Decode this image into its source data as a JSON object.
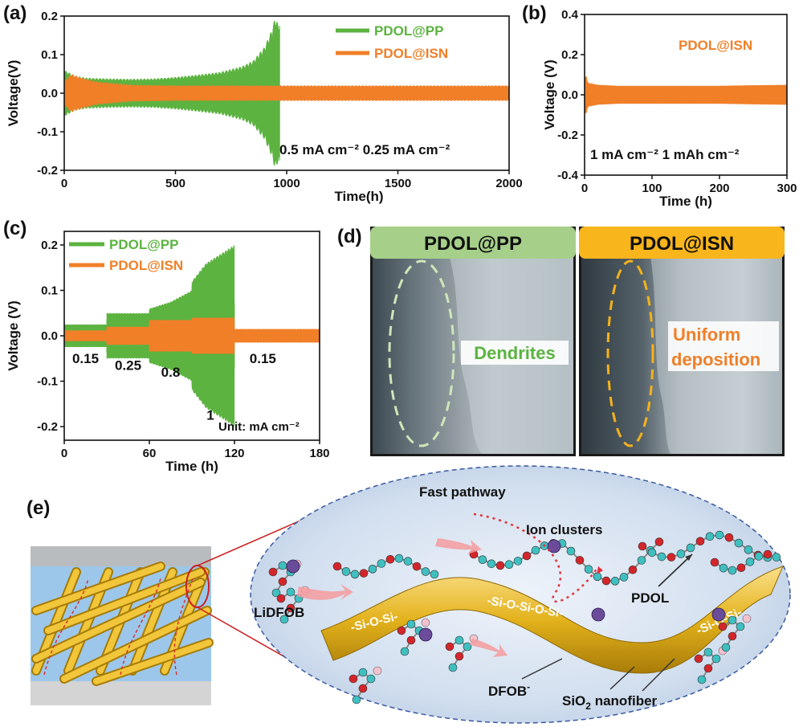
{
  "colors": {
    "pp": "#5cb340",
    "isn": "#f07f28",
    "fiber": "#e3b21c",
    "ellipse_bg": "#d6e3f2",
    "oxygen": "#d3262b",
    "carbon": "#3fbfc0",
    "lithium": "#6b4c9a"
  },
  "panels": {
    "a": "(a)",
    "b": "(b)",
    "c": "(c)",
    "d": "(d)",
    "e": "(e)"
  },
  "chart_data": [
    {
      "id": "a",
      "type": "line",
      "xlabel": "Time(h)",
      "ylabel": "Voltage(V)",
      "xlim": [
        0,
        2000
      ],
      "ylim": [
        -0.2,
        0.2
      ],
      "xticks": [
        "0",
        "500",
        "1000",
        "1500",
        "2000"
      ],
      "yticks": [
        "-0.2",
        "-0.1",
        "0.0",
        "0.1",
        "0.2"
      ],
      "grid": false,
      "legend_placement": "top-right",
      "annotation": "0.5 mA cm⁻² 0.25 mA cm⁻²",
      "series": [
        {
          "name": "PDOL@PP",
          "color": "#5cb340",
          "kind": "amplitude_envelope",
          "x": [
            0,
            50,
            100,
            200,
            300,
            400,
            500,
            600,
            700,
            800,
            850,
            900,
            930,
            950,
            960,
            970
          ],
          "amplitude": [
            0.06,
            0.045,
            0.04,
            0.038,
            0.037,
            0.038,
            0.042,
            0.048,
            0.055,
            0.07,
            0.085,
            0.12,
            0.16,
            0.2,
            0.18,
            0.19
          ]
        },
        {
          "name": "PDOL@ISN",
          "color": "#f07f28",
          "kind": "amplitude_envelope",
          "x": [
            0,
            30,
            80,
            150,
            300,
            500,
            700,
            900,
            1100,
            1300,
            1500,
            1700,
            1900,
            2000
          ],
          "amplitude": [
            0.03,
            0.05,
            0.04,
            0.03,
            0.022,
            0.02,
            0.02,
            0.02,
            0.02,
            0.02,
            0.02,
            0.02,
            0.02,
            0.02
          ]
        }
      ]
    },
    {
      "id": "b",
      "type": "line",
      "xlabel": "Time (h)",
      "ylabel": "Voltage (V)",
      "xlim": [
        0,
        300
      ],
      "ylim": [
        -0.4,
        0.4
      ],
      "xticks": [
        "0",
        "100",
        "200",
        "300"
      ],
      "yticks": [
        "-0.4",
        "-0.2",
        "0.0",
        "0.2",
        "0.4"
      ],
      "grid": false,
      "legend_placement": "top-right",
      "annotation": "1 mA cm⁻² 1 mAh cm⁻²",
      "series": [
        {
          "name": "PDOL@ISN",
          "color": "#f07f28",
          "kind": "amplitude_envelope",
          "x": [
            0,
            2,
            5,
            20,
            50,
            100,
            150,
            200,
            250,
            300
          ],
          "amplitude": [
            0.08,
            0.1,
            0.06,
            0.05,
            0.045,
            0.045,
            0.045,
            0.045,
            0.048,
            0.05
          ]
        }
      ]
    },
    {
      "id": "c",
      "type": "line",
      "xlabel": "Time (h)",
      "ylabel": "Voltage (V)",
      "xlim": [
        0,
        180
      ],
      "ylim": [
        -0.23,
        0.23
      ],
      "xticks": [
        "0",
        "60",
        "120",
        "180"
      ],
      "yticks": [
        "-0.2",
        "-0.1",
        "0.0",
        "0.1",
        "0.2"
      ],
      "grid": false,
      "legend_placement": "top-left",
      "rate_labels": [
        {
          "text": "0.15",
          "x": 15,
          "y": -0.06
        },
        {
          "text": "0.25",
          "x": 45,
          "y": -0.075
        },
        {
          "text": "0.8",
          "x": 75,
          "y": -0.09
        },
        {
          "text": "1",
          "x": 103,
          "y": -0.185
        }
      ],
      "rate_labels_tail": {
        "text": "0.15",
        "x": 140,
        "y": -0.06
      },
      "unit_label": "Unit: mA cm⁻²",
      "series": [
        {
          "name": "PDOL@PP",
          "color": "#5cb340",
          "kind": "amplitude_envelope",
          "x": [
            0,
            29.9,
            30,
            59.9,
            60,
            75,
            89.9,
            90,
            100,
            110,
            119.9,
            120,
            160
          ],
          "amplitude": [
            0.025,
            0.025,
            0.05,
            0.05,
            0.06,
            0.075,
            0.1,
            0.12,
            0.16,
            0.18,
            0.2,
            0.0,
            0.0
          ]
        },
        {
          "name": "PDOL@ISN",
          "color": "#f07f28",
          "kind": "amplitude_envelope",
          "x": [
            0,
            29.9,
            30,
            59.9,
            60,
            89.9,
            90,
            119.9,
            120,
            180
          ],
          "amplitude": [
            0.012,
            0.012,
            0.02,
            0.02,
            0.035,
            0.035,
            0.04,
            0.04,
            0.015,
            0.015
          ]
        }
      ]
    }
  ],
  "panel_d": {
    "left_title": "PDOL@PP",
    "right_title": "PDOL@ISN",
    "left_label": "Dendrites",
    "right_label_1": "Uniform",
    "right_label_2": "deposition"
  },
  "panel_e": {
    "fast_pathway": "Fast pathway",
    "ion_clusters": "Ion clusters",
    "lidfob": "LiDFOB",
    "pdol": "PDOL",
    "dfob": "DFOB",
    "dfob_sup": "-",
    "sio2": "SiO",
    "sio2_sub": "2",
    "sio2_rest": " nanofiber",
    "si_chain_1": "-Si-O-Si-",
    "si_chain_2": "-Si-O-Si-O-Si-",
    "si_chain_3": "-Si-O-Si-"
  }
}
